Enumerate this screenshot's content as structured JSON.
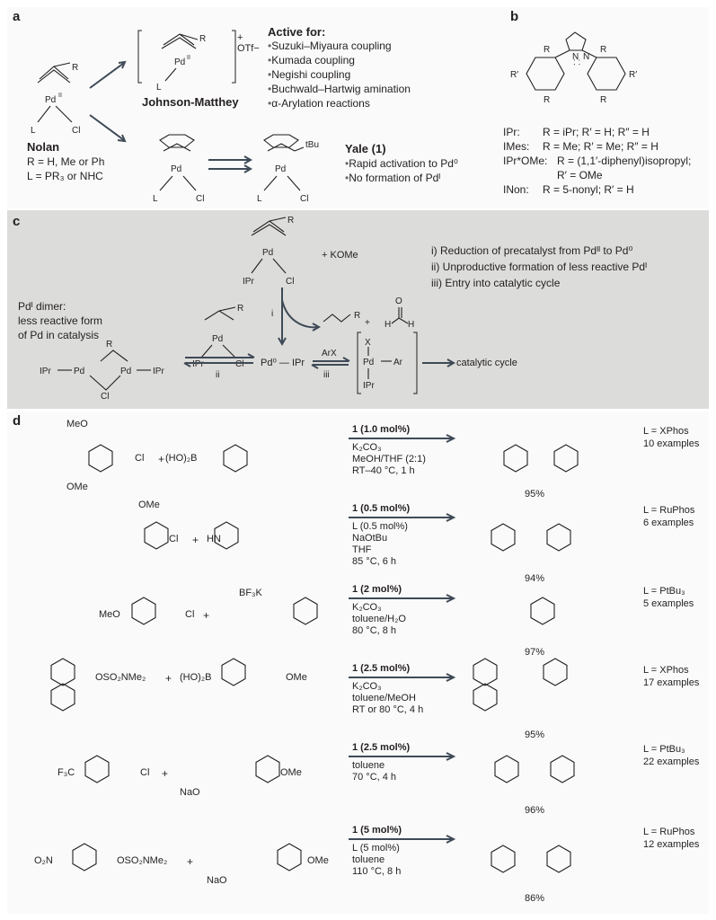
{
  "panel_labels": {
    "a": "a",
    "b": "b",
    "c": "c",
    "d": "d"
  },
  "panel_a": {
    "johnson_matthey": "Johnson-Matthey",
    "otf": "OTf−",
    "plus": "+",
    "active_title": "Active for:",
    "active_list": [
      "Suzuki–Miyaura coupling",
      "Kumada coupling",
      "Negishi coupling",
      "Buchwald–Hartwig amination",
      "α-Arylation reactions"
    ],
    "nolan": "Nolan",
    "nolan_r": "R = H, Me or Ph",
    "nolan_l": "L = PR₃ or NHC",
    "yale": "Yale (1)",
    "yale_points": [
      "Rapid activation to Pd⁰",
      "No formation of Pdᴵ"
    ],
    "tbu": "tBu"
  },
  "panel_b": {
    "rows": [
      {
        "name": "IPr:",
        "def": "R = iPr; R′ = H; R″ = H"
      },
      {
        "name": "IMes:",
        "def": "R = Me; R′ = Me; R″ = H"
      },
      {
        "name": "IPr*OMe:",
        "def": "R = (1,1′-diphenyl)isopropyl;"
      },
      {
        "name": "",
        "def": "R′ = OMe"
      },
      {
        "name": "INon:",
        "def": "R = 5-nonyl; R′ = H"
      }
    ]
  },
  "panel_c": {
    "steps": [
      "i) Reduction of precatalyst from Pdᴵᴵ to Pd⁰",
      "ii) Unproductive formation of less reactive Pdᴵ",
      "iii) Entry into catalytic cycle"
    ],
    "kome": "+ KOMe",
    "dimer_title": "Pdᴵ dimer:",
    "dimer_line1": "less reactive form",
    "dimer_line2": "of Pd in catalysis",
    "pd0": "Pd⁰ — IPr",
    "arx": "ArX",
    "cycle": "catalytic cycle",
    "ii": "ii",
    "iii": "iii",
    "i": "i"
  },
  "panel_d": {
    "reactions": [
      {
        "cat": "1 (1.0 mol%)",
        "cond": [
          "K₂CO₃",
          "MeOH/THF (2:1)",
          "RT–40 °C, 1 h"
        ],
        "yield": "95%",
        "ligand": "L = XPhos",
        "examples": "10 examples"
      },
      {
        "cat": "1 (0.5 mol%)",
        "cond": [
          "L (0.5 mol%)",
          "NaOtBu",
          "THF",
          "85 °C, 6 h"
        ],
        "yield": "94%",
        "ligand": "L = RuPhos",
        "examples": "6 examples"
      },
      {
        "cat": "1 (2 mol%)",
        "cond": [
          "K₂CO₃",
          "toluene/H₂O",
          "80 °C, 8 h"
        ],
        "yield": "97%",
        "ligand": "L = PtBu₃",
        "examples": "5 examples"
      },
      {
        "cat": "1 (2.5 mol%)",
        "cond": [
          "K₂CO₃",
          "toluene/MeOH",
          "RT or 80 °C, 4 h"
        ],
        "yield": "95%",
        "ligand": "L = XPhos",
        "examples": "17 examples"
      },
      {
        "cat": "1 (2.5 mol%)",
        "cond": [
          "toluene",
          "70 °C, 4 h"
        ],
        "yield": "96%",
        "ligand": "L = PtBu₃",
        "examples": "22 examples"
      },
      {
        "cat": "1 (5 mol%)",
        "cond": [
          "L (5 mol%)",
          "toluene",
          "110 °C, 8 h"
        ],
        "yield": "86%",
        "ligand": "L = RuPhos",
        "examples": "12 examples"
      }
    ],
    "reagent_labels": {
      "r1a": "MeO",
      "r1b": "OMe",
      "r1c": "Cl",
      "r1d": "(HO)₂B",
      "r2a": "OMe",
      "r2b": "Cl",
      "r2c": "HN",
      "r3a": "MeO",
      "r3b": "Cl",
      "r3c": "BF₃K",
      "r4a": "OSO₂NMe₂",
      "r4b": "(HO)₂B",
      "r4c": "OMe",
      "r5a": "F₃C",
      "r5b": "Cl",
      "r5c": "NaO",
      "r5d": "OMe",
      "r6a": "O₂N",
      "r6b": "OSO₂NMe₂",
      "r6c": "NaO",
      "r6d": "OMe"
    }
  },
  "colors": {
    "arrow": "#3f4a57",
    "panel_c_bg": "#dcdcda",
    "panel_bg": "#fafafa"
  }
}
